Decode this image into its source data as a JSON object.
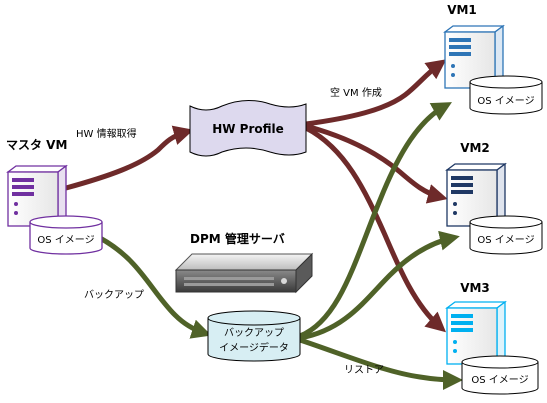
{
  "master": {
    "title": "マスタ VM",
    "disk_label": "OS イメージ",
    "color": "#7030a0"
  },
  "profile": {
    "label": "HW Profile",
    "fill": "#ddd9ee"
  },
  "vms": [
    {
      "title": "VM1",
      "disk_label": "OS イメージ",
      "color": "#2e75b6"
    },
    {
      "title": "VM2",
      "disk_label": "OS イメージ",
      "color": "#1f3864"
    },
    {
      "title": "VM3",
      "disk_label": "OS イメージ",
      "color": "#00b0f0"
    }
  ],
  "dpm": {
    "title": "DPM 管理サーバ",
    "backup_disk_line1": "バックアップ",
    "backup_disk_line2": "イメージデータ",
    "disk_fill": "#d7eef3"
  },
  "edge_labels": {
    "hw_info": "HW 情報取得",
    "create_vm": "空 VM 作成",
    "backup": "バックアップ",
    "restore": "リストア"
  },
  "colors": {
    "hw_arrow": "#6e2a2a",
    "data_arrow": "#4f6228"
  }
}
